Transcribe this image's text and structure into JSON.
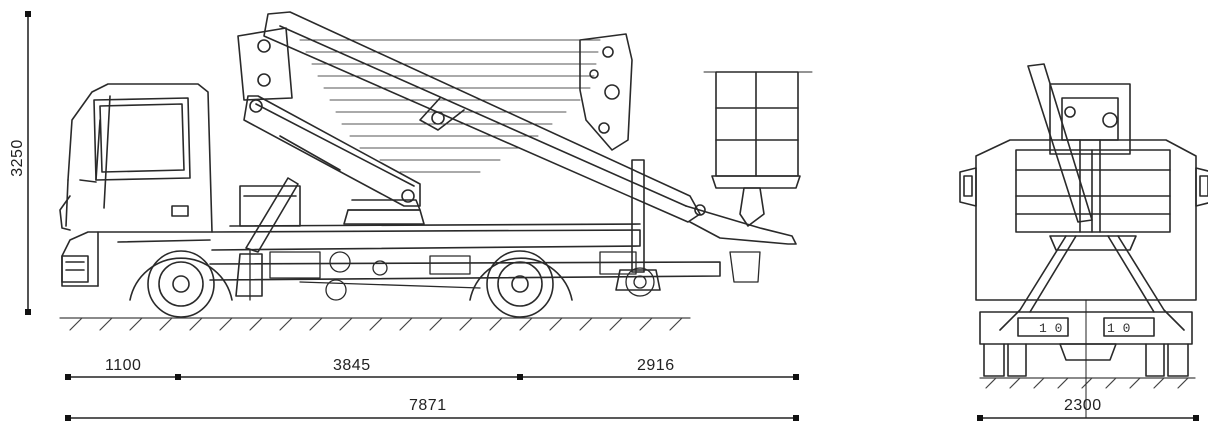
{
  "colors": {
    "line": "#2a2a2a",
    "light_line": "#555555",
    "ground": "#444444",
    "background": "#ffffff"
  },
  "dimensions": {
    "height": "3250",
    "front_overhang": "1100",
    "wheelbase": "3845",
    "rear_overhang": "2916",
    "total_length": "7871",
    "width": "2300"
  },
  "front_view_marks": {
    "left": "1 0",
    "right": "1 0"
  }
}
